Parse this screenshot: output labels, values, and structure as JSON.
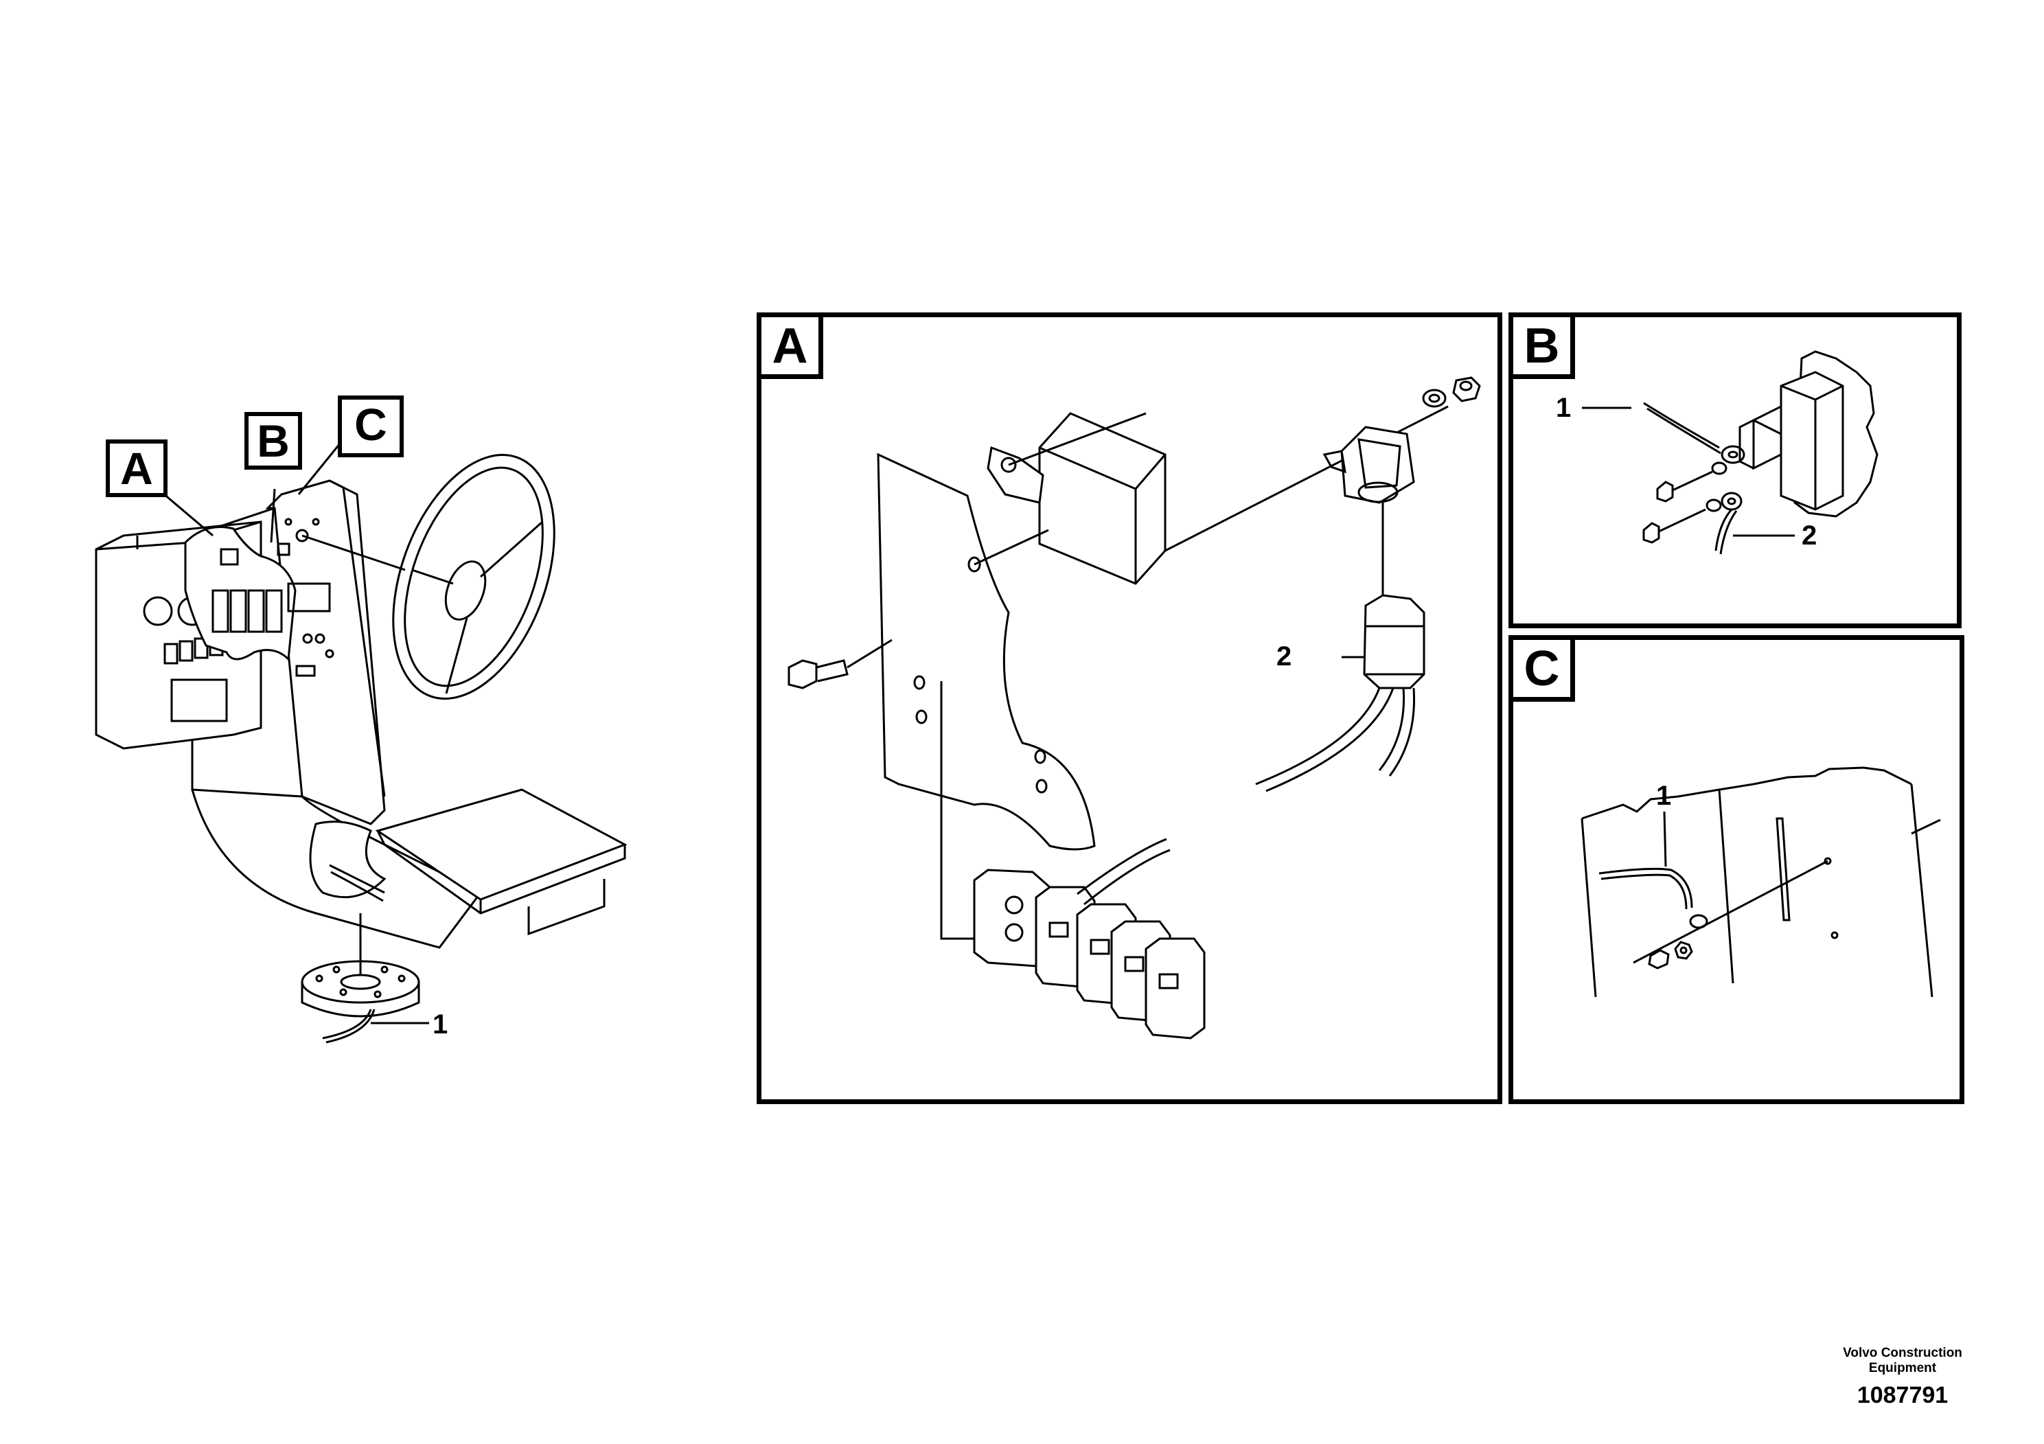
{
  "overview": {
    "callouts": [
      "A",
      "B",
      "C"
    ],
    "part_label": "1"
  },
  "detail_a": {
    "tag": "A",
    "part_label": "2"
  },
  "detail_b": {
    "tag": "B",
    "part_labels": [
      "1",
      "2"
    ]
  },
  "detail_c": {
    "tag": "C",
    "part_label": "1"
  },
  "footer": {
    "company_line1": "Volvo Construction",
    "company_line2": "Equipment",
    "drawing_number": "1087791"
  }
}
